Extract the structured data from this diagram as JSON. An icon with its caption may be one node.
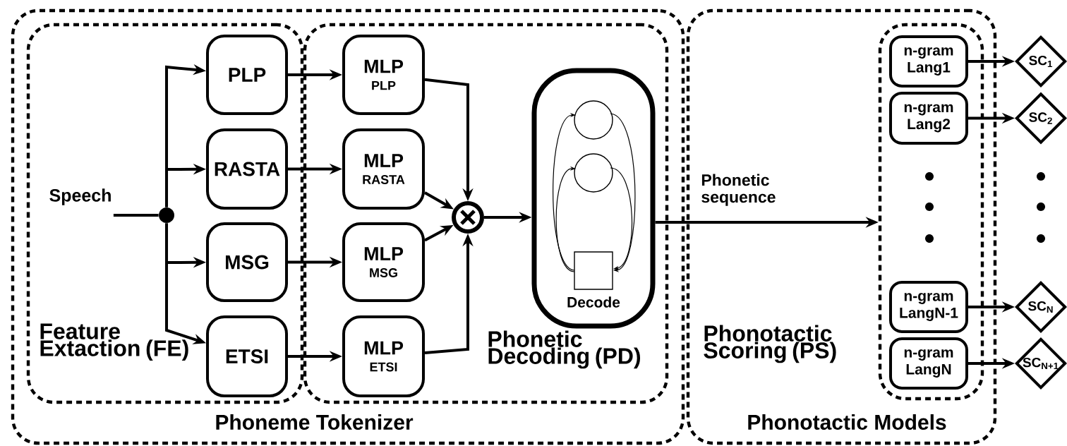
{
  "diagram": {
    "nodes": [
      {
        "text": [
          "Phoneme Tokenizer"
        ]
      },
      {
        "text": [
          "Feature Extaction (FE)"
        ],
        "in": 0
      },
      {
        "text": [
          "Speech"
        ],
        "in": 1
      },
      {
        "text": [],
        "shape": "circle",
        "in": 1
      },
      {
        "text": [
          "PLP"
        ],
        "in": 1
      },
      {
        "text": [
          "RASTA"
        ],
        "in": 1
      },
      {
        "text": [
          "MSG"
        ],
        "in": 1
      },
      {
        "text": [
          "ETSI"
        ],
        "in": 1
      },
      {
        "text": [
          "Phonetic Decoding (PD)"
        ],
        "in": 0
      },
      {
        "text": [
          "MLP",
          "PLP"
        ],
        "in": 8
      },
      {
        "text": [
          "MLP",
          "RASTA"
        ],
        "in": 8
      },
      {
        "text": [
          "MLP",
          "MSG"
        ],
        "in": 8
      },
      {
        "text": [
          "MLP",
          "ETSI"
        ],
        "in": 8
      },
      {
        "text": [],
        "shape": "circle",
        "in": 8
      },
      {
        "text": [
          "Decode"
        ],
        "in": 8
      },
      {
        "text": [
          "Phonotactic Scoring (PS)",
          "Phonotactic Models"
        ]
      },
      {
        "text": [],
        "shape": "box",
        "in": 15
      },
      {
        "text": [
          "n-gram Lang1"
        ],
        "in": 16
      },
      {
        "text": [
          "n-gram Lang2"
        ],
        "in": 16
      },
      {
        "text": [
          "n-gram LangN-1"
        ],
        "in": 16
      },
      {
        "text": [
          "n-gram LangN"
        ],
        "in": 16
      },
      {
        "text": [
          "SC$_{1}$"
        ]
      },
      {
        "text": [
          "SC$_{2}$"
        ]
      },
      {
        "text": [
          "SC$_{N}$"
        ]
      },
      {
        "text": [
          "SC$_{N+1}$"
        ]
      }
    ],
    "edges": [
      {
        "from": 2,
        "to": 3,
        "arrow": "none"
      },
      {
        "from": 3,
        "to": 4,
        "arrow": "to"
      },
      {
        "from": 3,
        "to": 5,
        "arrow": "to"
      },
      {
        "from": 3,
        "to": 6,
        "arrow": "to"
      },
      {
        "from": 3,
        "to": 7,
        "arrow": "to"
      },
      {
        "from": 4,
        "to": 9,
        "arrow": "to"
      },
      {
        "from": 5,
        "to": 10,
        "arrow": "to"
      },
      {
        "from": 6,
        "to": 11,
        "arrow": "to"
      },
      {
        "from": 7,
        "to": 12,
        "arrow": "to"
      },
      {
        "from": 9,
        "to": 13,
        "arrow": "to"
      },
      {
        "from": 10,
        "to": 13,
        "arrow": "to"
      },
      {
        "from": 11,
        "to": 13,
        "arrow": "to"
      },
      {
        "from": 12,
        "to": 13,
        "arrow": "to"
      },
      {
        "from": 13,
        "to": 14,
        "arrow": "to"
      },
      {
        "from": 14,
        "to": 16,
        "arrow": "to",
        "label": "Phonetic sequence"
      },
      {
        "from": 17,
        "to": 21,
        "arrow": "to"
      },
      {
        "from": 18,
        "to": 22,
        "arrow": "to"
      },
      {
        "from": 19,
        "to": 23,
        "arrow": "to"
      },
      {
        "from": 20,
        "to": 24,
        "arrow": "to"
      }
    ]
  }
}
